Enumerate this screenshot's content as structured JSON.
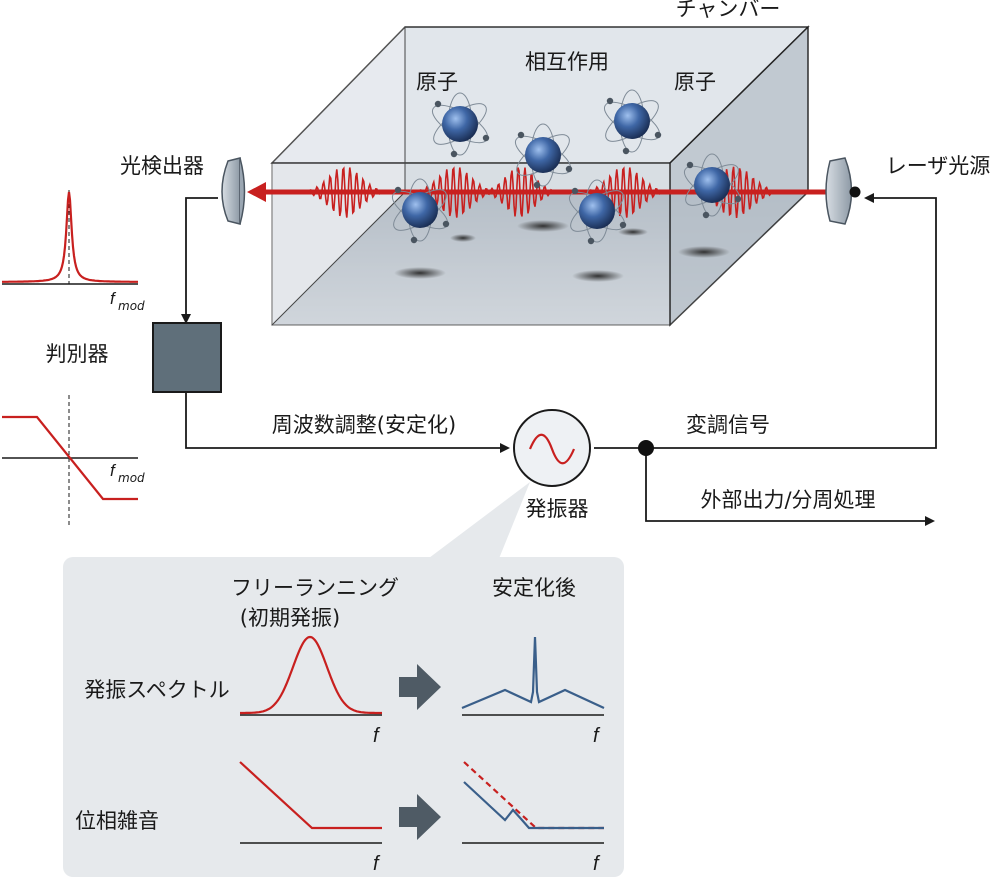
{
  "labels": {
    "chamber": "チャンバー",
    "interaction": "相互作用",
    "atom_left": "原子",
    "atom_right": "原子",
    "photodetector": "光検出器",
    "laser_source": "レーザ光源",
    "discriminator": "判別器",
    "freq_adjust": "周波数調整(安定化)",
    "modulation_signal": "変調信号",
    "oscillator": "発振器",
    "external_output": "外部出力/分周処理"
  },
  "side_plots": {
    "fmod": "f",
    "fmod_sub": "mod"
  },
  "inset": {
    "free_running_line1": "フリーランニング",
    "free_running_line2": "(初期発振)",
    "stabilized": "安定化後",
    "spectrum_label": "発振スペクトル",
    "phase_noise_label": "位相雑音",
    "f_axis": "f"
  },
  "colors": {
    "laser_red": "#c8201f",
    "atom_blue": "#2a4d85",
    "stabilized_blue": "#3a5f8a",
    "box_gray": "#5f6f7a",
    "inset_bg": "#e6e9ec"
  }
}
